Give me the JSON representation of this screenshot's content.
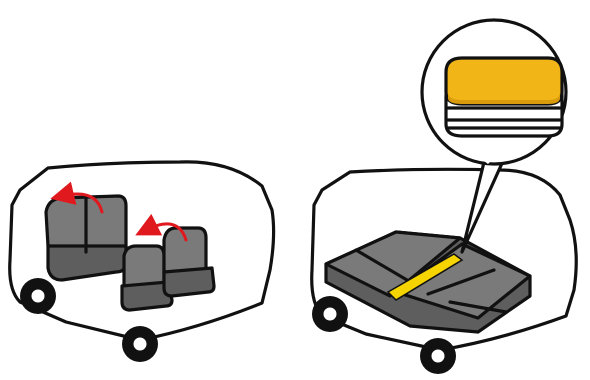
{
  "illustration": {
    "left_panel": {
      "vehicle": "van-outline",
      "seats": [
        "rear-bench-seat",
        "middle-seat-left",
        "middle-seat-right"
      ],
      "fold_indicators": [
        "fold-arrow-rear",
        "fold-arrow-middle"
      ],
      "seat_state": "upright"
    },
    "right_panel": {
      "vehicle": "van-outline",
      "seat_state": "folded-flat",
      "highlight_seam": "gap-between-seats",
      "callout": "folded-towel-icon"
    }
  },
  "colors": {
    "outline": "#111111",
    "seat_fill": "#7a7a7a",
    "seat_shade": "#5e5e5e",
    "fold_arrow": "#e0191f",
    "highlight": "#f5d400",
    "towel_top": "#f2b518",
    "towel_bottom": "#ffffff",
    "background": "#ffffff"
  }
}
